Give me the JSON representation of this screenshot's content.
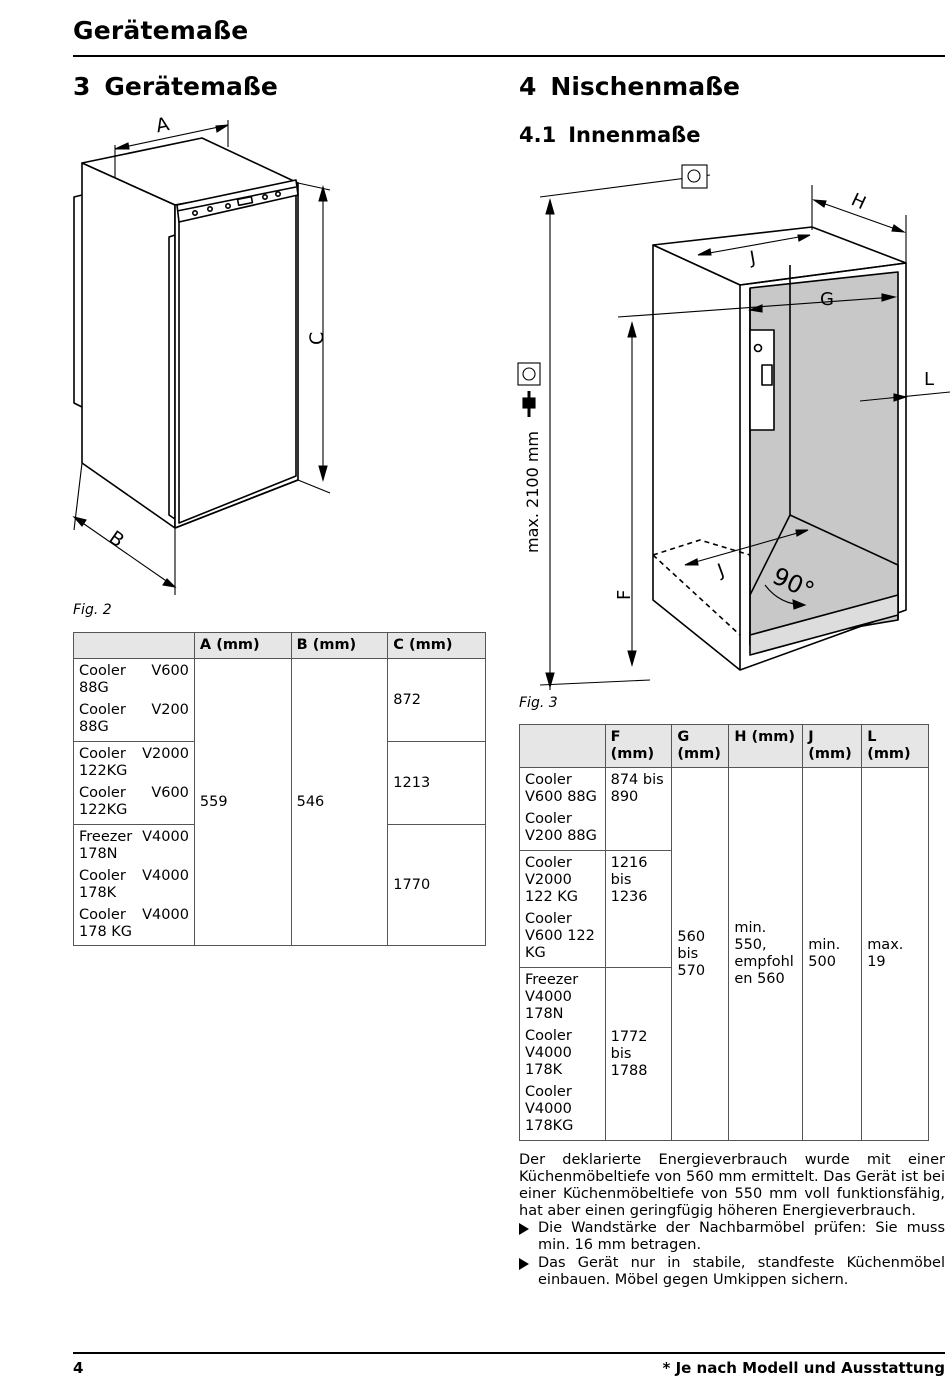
{
  "header": {
    "title": "Gerätemaße"
  },
  "section3": {
    "number": "3",
    "title": "Gerätemaße",
    "fig_label": "Fig. 2",
    "diagram_labels": {
      "a": "A",
      "b": "B",
      "c": "C"
    },
    "table": {
      "headers": [
        "",
        "A (mm)",
        "B (mm)",
        "C (mm)"
      ],
      "groups": [
        {
          "models": [
            [
              "Cooler",
              "V600",
              "88G"
            ],
            [
              "Cooler",
              "V200",
              "88G"
            ]
          ],
          "c": "872"
        },
        {
          "models": [
            [
              "Cooler",
              "V2000",
              "122KG"
            ],
            [
              "Cooler",
              "V600",
              "122KG"
            ]
          ],
          "c": "1213"
        },
        {
          "models": [
            [
              "Freezer",
              "V4000",
              "178N"
            ],
            [
              "Cooler",
              "V4000",
              "178K"
            ],
            [
              "Cooler",
              "V4000",
              "178 KG"
            ]
          ],
          "c": "1770"
        }
      ],
      "a_value": "559",
      "b_value": "546"
    }
  },
  "section4": {
    "number": "4",
    "title": "Nischenmaße",
    "sub_number": "4.1",
    "sub_title": "Innenmaße",
    "fig_label": "Fig. 3",
    "diagram_labels": {
      "h": "H",
      "j": "J",
      "g": "G",
      "l": "L",
      "f": "F",
      "angle": "90°",
      "max_height": "max. 2100 mm"
    },
    "table": {
      "headers": [
        "",
        "F (mm)",
        "G (mm)",
        "H (mm)",
        "J (mm)",
        "L (mm)"
      ],
      "groups": [
        {
          "models": [
            "Cooler V600 88G",
            "Cooler V200 88G"
          ],
          "f": "874 bis 890"
        },
        {
          "models": [
            "Cooler V2000 122 KG",
            "Cooler V600 122 KG"
          ],
          "f": "1216 bis 1236"
        },
        {
          "models": [
            "Freezer V4000 178N",
            "Cooler V4000 178K",
            "Cooler V4000 178KG"
          ],
          "f": "1772 bis 1788"
        }
      ],
      "g_value": "560 bis 570",
      "h_value": "min. 550, empfohl en 560",
      "j_value": "min. 500",
      "l_value": "max. 19"
    }
  },
  "text": {
    "paragraph": "Der deklarierte Energieverbrauch wurde mit einer Küchenmöbeltiefe von 560 mm ermittelt. Das Gerät ist bei einer Küchenmöbeltiefe von 550 mm voll funktionsfähig, hat aber einen geringfügig höheren Energieverbrauch.",
    "bullets": [
      "Die Wandstärke der Nachbarmöbel prüfen: Sie muss min. 16 mm betragen.",
      "Das Gerät nur in stabile, standfeste Küchenmöbel einbauen. Möbel gegen Umkippen sichern."
    ]
  },
  "footer": {
    "page": "4",
    "note": "* Je nach Modell und Ausstattung"
  }
}
